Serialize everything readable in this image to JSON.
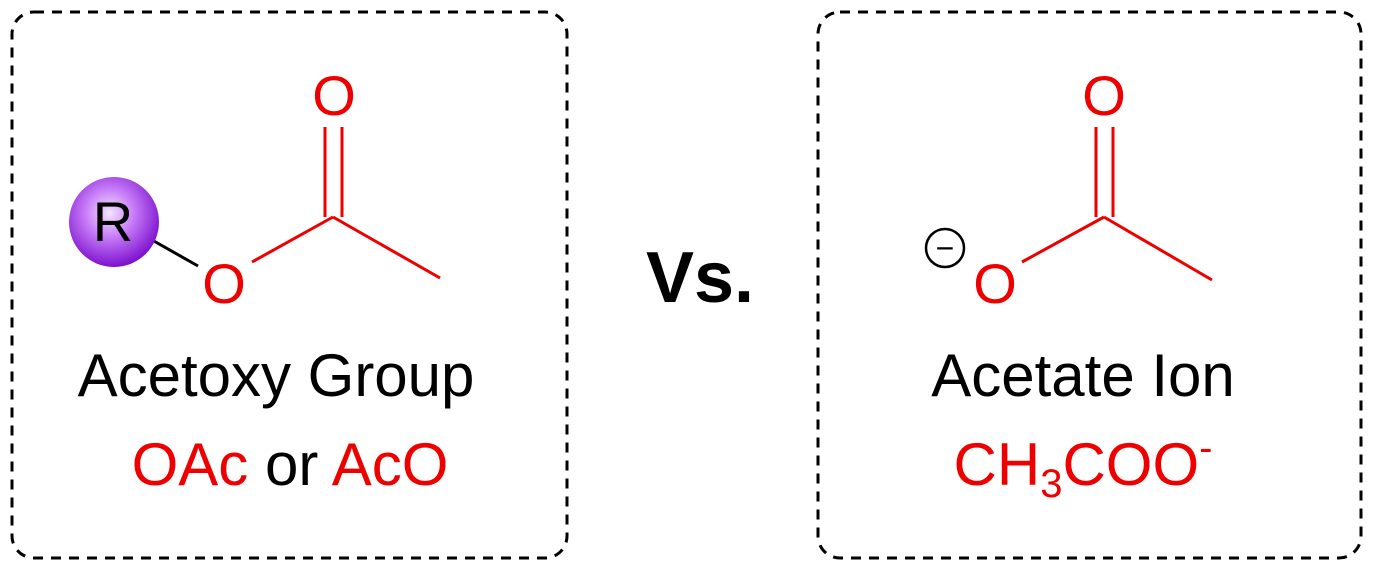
{
  "colors": {
    "accent": "#ee0000",
    "text": "#000000",
    "r_group": "#9b30e8",
    "border": "#000000"
  },
  "left_panel": {
    "r_label": "R",
    "ether_oxygen": "O",
    "carbonyl_oxygen": "O",
    "title": "Acetoxy Group",
    "abbr_1": "OAc",
    "abbr_join": " or ",
    "abbr_2": "AcO"
  },
  "separator": {
    "label": "Vs."
  },
  "right_panel": {
    "charge_symbol": "−",
    "anion_oxygen": "O",
    "carbonyl_oxygen": "O",
    "title": "Acetate Ion",
    "formula_a": "CH",
    "formula_sub": "3",
    "formula_b": "COO",
    "formula_sup": "-"
  }
}
